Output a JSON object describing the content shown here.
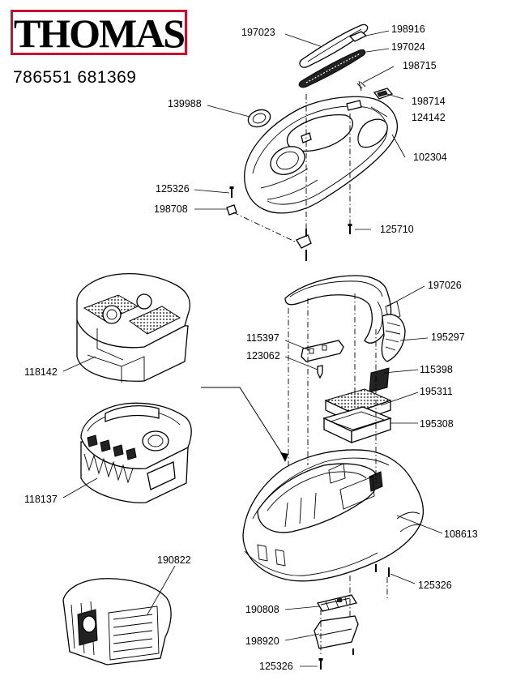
{
  "brand": {
    "logo_text": "THOMAS",
    "accent_color": "#c8102e"
  },
  "model_numbers": "786551 681369",
  "parts": {
    "p197023": "197023",
    "p198916": "198916",
    "p197024": "197024",
    "p198715": "198715",
    "p198714": "198714",
    "p124142": "124142",
    "p139988": "139988",
    "p102304": "102304",
    "p125326a": "125326",
    "p198708": "198708",
    "p125710": "125710",
    "p197026": "197026",
    "p195297": "195297",
    "p115397": "115397",
    "p123062": "123062",
    "p115398": "115398",
    "p118142": "118142",
    "p195311": "195311",
    "p195308": "195308",
    "p118137": "118137",
    "p108613": "108613",
    "p125326b": "125326",
    "p190822": "190822",
    "p190808": "190808",
    "p198920": "198920",
    "p125326c": "125326"
  }
}
